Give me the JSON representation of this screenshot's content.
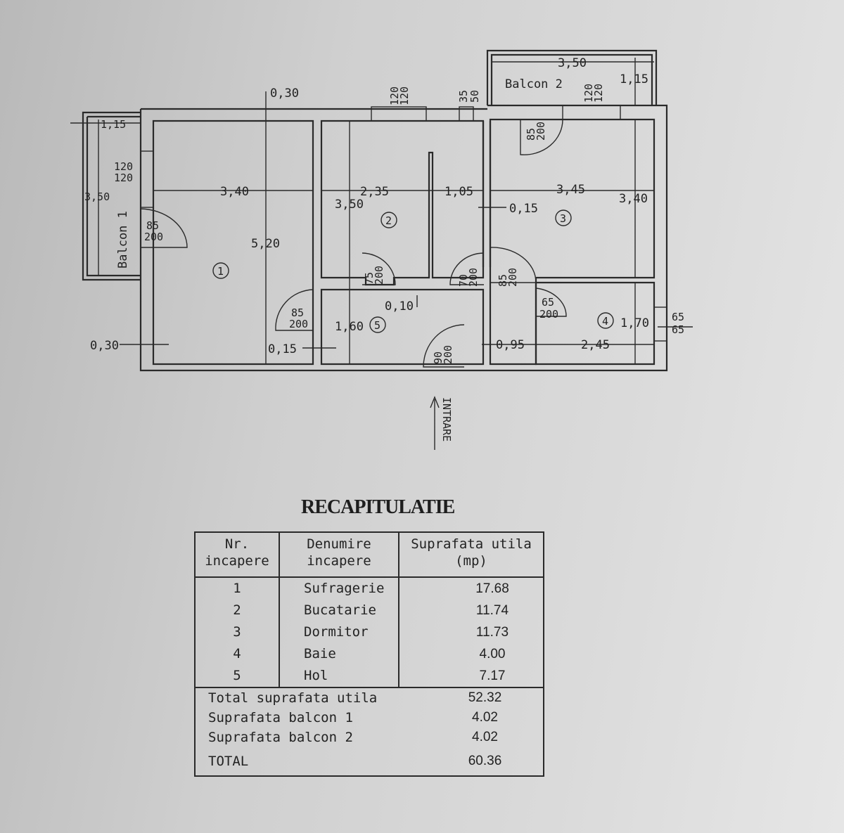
{
  "plan": {
    "balcon1": "Balcon 1",
    "balcon2": "Balcon 2",
    "entrance": "INTRARE",
    "room_numbers": [
      "1",
      "2",
      "3",
      "4",
      "5"
    ],
    "dims": {
      "d_030_top": "0,30",
      "d_115_left": "1,15",
      "d_350_left": "3,50",
      "d_340_r1": "3,40",
      "d_520": "5,20",
      "d_235": "2,35",
      "d_350_r2": "3,50",
      "d_105": "1,05",
      "d_015_mid": "0,15",
      "d_345": "3,45",
      "d_340_r3": "3,40",
      "d_350_b2": "3,50",
      "d_115_b2": "1,15",
      "d_010": "0,10",
      "d_160": "1,60",
      "d_030_bottom": "0,30",
      "d_015_bottom": "0,15",
      "d_095": "0,95",
      "d_245": "2,45",
      "d_170": "1,70"
    },
    "openings": {
      "win1": [
        "120",
        "120"
      ],
      "win_left": [
        "120",
        "120"
      ],
      "win_small": [
        "35",
        "50"
      ],
      "win_b2": [
        "120",
        "120"
      ],
      "win_bath": [
        "65",
        "65"
      ],
      "door_b1": [
        "85",
        "200"
      ],
      "door_hol": [
        "85",
        "200"
      ],
      "door_kitchen": [
        "75",
        "200"
      ],
      "door_70": [
        "70",
        "200"
      ],
      "door_r3": [
        "85",
        "200"
      ],
      "door_b2": [
        "85",
        "200"
      ],
      "door_bath": [
        "65",
        "200"
      ],
      "door_entry": [
        "90",
        "200"
      ]
    }
  },
  "summary": {
    "title": "RECAPITULATIE",
    "headers": [
      "Nr.\nincapere",
      "Denumire\nincapere",
      "Suprafata utila\n(mp)"
    ],
    "header_lines": [
      [
        "Nr.",
        "incapere"
      ],
      [
        "Denumire",
        "incapere"
      ],
      [
        "Suprafata utila",
        "(mp)"
      ]
    ],
    "rows": [
      {
        "nr": "1",
        "name": "Sufragerie",
        "area": "17.68"
      },
      {
        "nr": "2",
        "name": "Bucatarie",
        "area": "11.74"
      },
      {
        "nr": "3",
        "name": "Dormitor",
        "area": "11.73"
      },
      {
        "nr": "4",
        "name": "Baie",
        "area": "4.00"
      },
      {
        "nr": "5",
        "name": "Hol",
        "area": "7.17"
      }
    ],
    "totals": [
      {
        "label": "Total suprafata utila",
        "value": "52.32"
      },
      {
        "label": "Suprafata balcon 1",
        "value": "4.02"
      },
      {
        "label": "Suprafata balcon 2",
        "value": "4.02"
      },
      {
        "label": "TOTAL",
        "value": "60.36"
      }
    ]
  }
}
